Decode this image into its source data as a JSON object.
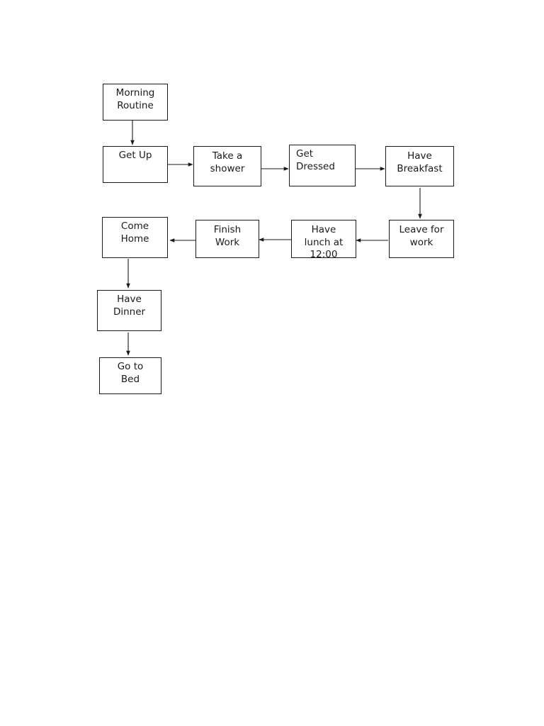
{
  "diagram": {
    "type": "flowchart",
    "nodes": [
      {
        "id": "morning-routine",
        "label": "Morning\nRoutine"
      },
      {
        "id": "get-up",
        "label": "Get Up"
      },
      {
        "id": "take-shower",
        "label": "Take a\nshower"
      },
      {
        "id": "get-dressed",
        "label": "Get\nDressed"
      },
      {
        "id": "have-breakfast",
        "label": "Have\nBreakfast"
      },
      {
        "id": "leave-for-work",
        "label": "Leave for\nwork"
      },
      {
        "id": "have-lunch",
        "label": "Have\nlunch at\n12:00"
      },
      {
        "id": "finish-work",
        "label": "Finish\nWork"
      },
      {
        "id": "come-home",
        "label": "Come\nHome"
      },
      {
        "id": "have-dinner",
        "label": "Have\nDinner"
      },
      {
        "id": "go-to-bed",
        "label": "Go to\nBed"
      }
    ],
    "edges": [
      {
        "from": "morning-routine",
        "to": "get-up"
      },
      {
        "from": "get-up",
        "to": "take-shower"
      },
      {
        "from": "take-shower",
        "to": "get-dressed"
      },
      {
        "from": "get-dressed",
        "to": "have-breakfast"
      },
      {
        "from": "have-breakfast",
        "to": "leave-for-work"
      },
      {
        "from": "leave-for-work",
        "to": "have-lunch"
      },
      {
        "from": "have-lunch",
        "to": "finish-work"
      },
      {
        "from": "finish-work",
        "to": "come-home"
      },
      {
        "from": "come-home",
        "to": "have-dinner"
      },
      {
        "from": "have-dinner",
        "to": "go-to-bed"
      }
    ],
    "colors": {
      "stroke": "#1a1a1a",
      "fill": "#ffffff"
    }
  }
}
